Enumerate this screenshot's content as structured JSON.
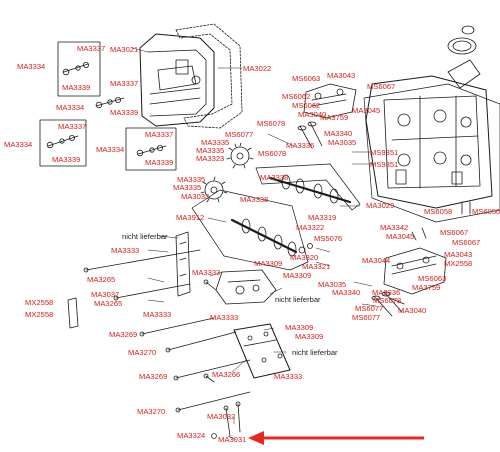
{
  "colors": {
    "label": "#d4201c",
    "note": "#222222",
    "line": "#1a1a1a",
    "arrow": "#e8281e"
  },
  "labels": {
    "ma3334_a": "MA3334",
    "ma3337_a": "MA3337",
    "ma3339_a": "MA3339",
    "ma3337_b": "MA3337",
    "ma3334_b": "MA3334",
    "ma3339_b": "MA3339",
    "ma3334_c": "MA3334",
    "ma3337_c": "MA3337",
    "ma3339_c": "MA3339",
    "ma3337_d": "MA3337",
    "ma3334_d": "MA3334",
    "ma3339_d": "MA3339",
    "ma3021": "MA3021",
    "ma3022": "MA3022",
    "ms6063_a": "MS6063",
    "ma3043_a": "MA3043",
    "ms6067_a": "MS6067",
    "ms6062_a": "MS6062",
    "ms6062_b": "MS6062",
    "ma3045_a": "MA3045",
    "ms6078_a": "MS6078",
    "ma3040_a": "MA3040",
    "ma3759_a": "MA3759",
    "ms6077_a": "MS6077",
    "ma3340_a": "MA3340",
    "ma3335_a": "MA3335",
    "ma3336_a": "MA3336",
    "ma3035_a": "MA3035",
    "ma3335_b": "MA3335",
    "ma3323": "MA3323",
    "ms6078_b": "MS6078",
    "ms9351_a": "MS9351",
    "ms9351_b": "MS9351",
    "ma3338_a": "MA3338",
    "ma3335_c": "MA3335",
    "ma3335_d": "MA3335",
    "ma3033": "MA3033",
    "ma3338_b": "MA3338",
    "ma3029": "MA3029",
    "ms6058": "MS6058",
    "ms6050": "MS6050",
    "ma3912": "MA3912",
    "ma3319": "MA3319",
    "ma3322": "MA3322",
    "ms5076": "MS5076",
    "ma3320": "MA3320",
    "ma3321": "MA3321",
    "nicht_1": "nicht lieferbar",
    "ma3342": "MA3342",
    "ma3045_b": "MA3045",
    "ms6067_b": "MS6067",
    "ms6067_c": "MS6067",
    "ma3043_b": "MA3043",
    "ma3044": "MA3044",
    "mx2558_a": "MX2558",
    "ma3333_a": "MA3333",
    "ma3309_a": "MA3309",
    "ma3265_a": "MA3265",
    "ma3333_b": "MA3333",
    "ma3309_b": "MA3309",
    "ma3035_b": "MA3035",
    "ms6063_b": "MS6063",
    "ma3037": "MA3037",
    "ma3340_b": "MA3340",
    "ma3336_b": "MA3336",
    "ma3759_b": "MA3759",
    "nicht_2": "nicht lieferbar",
    "ms6078_c": "MS6078",
    "mx2558_b": "MX2558",
    "ma3265_b": "MA3265",
    "ms6077_b": "MS6077",
    "ma3040_b": "MA3040",
    "mx2558_c": "MX2558",
    "ms6077_c": "MS6077",
    "ma3333_c": "MA3333",
    "ma3309_c": "MA3309",
    "ma3269_a": "MA3269",
    "ma3309_d": "MA3309",
    "ma3270_a": "MA3270",
    "nicht_3": "nicht lieferbar",
    "ma3269_b": "MA3269",
    "ma3266": "MA3266",
    "ma3333_d": "MA3333",
    "ma3270_b": "MA3270",
    "ma3032": "MA3032",
    "ma3324": "MA3324",
    "ma3031": "MA3031"
  }
}
